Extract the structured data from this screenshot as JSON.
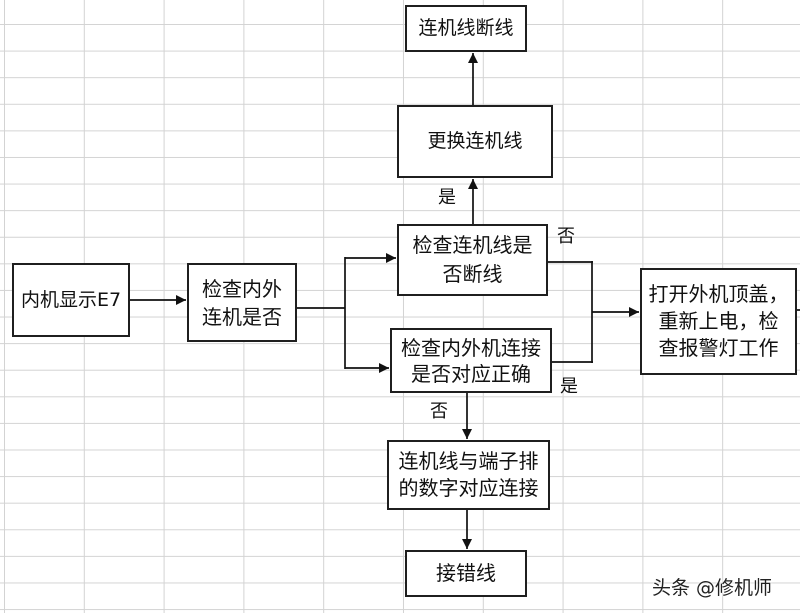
{
  "nodes": {
    "disconnected": {
      "lines": [
        "连机线断线"
      ]
    },
    "replace_cable": {
      "lines": [
        "更换连机线"
      ]
    },
    "check_cable_broken": {
      "lines": [
        "检查连机线是",
        "否断线"
      ]
    },
    "check_connection_match": {
      "lines": [
        "检查内外机连接",
        "是否对应正确"
      ]
    },
    "indoor_display_e7": {
      "lines": [
        "内机显示E7"
      ]
    },
    "check_connection": {
      "lines": [
        "检查内外",
        "连机是否"
      ]
    },
    "open_outdoor_cover": {
      "lines": [
        "打开外机顶盖，",
        "重新上电，检",
        "查报警灯工作"
      ]
    },
    "reconnect_terminal": {
      "lines": [
        "连机线与端子排",
        "的数字对应连接"
      ]
    },
    "miswired": {
      "lines": [
        "接错线"
      ]
    }
  },
  "edge_labels": {
    "yes_to_replace": "是",
    "no_from_cable_check": "否",
    "yes_from_match_check": "是",
    "no_to_reconnect": "否"
  },
  "watermark": "头条 @修机师",
  "colors": {
    "background": "#ffffff",
    "grid": "#d3d3d3",
    "ink": "#111111",
    "border": "#1f1f1f",
    "watermark": "#222222"
  }
}
